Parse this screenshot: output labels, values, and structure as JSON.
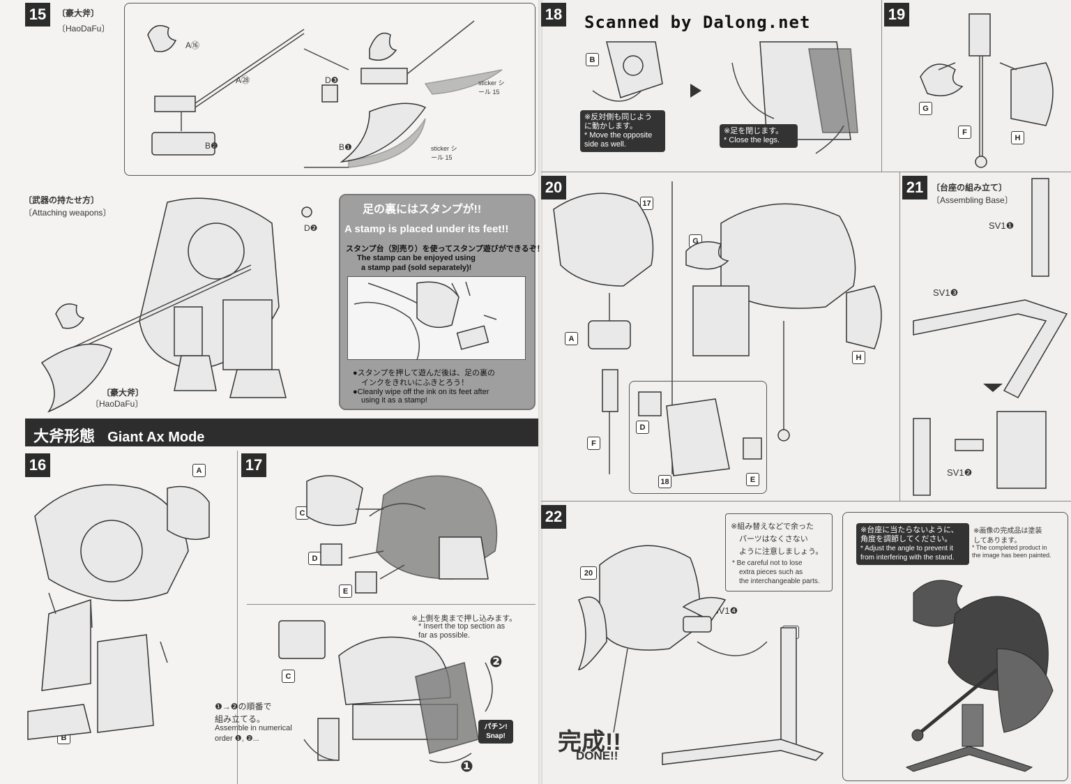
{
  "header": {
    "scan_credit": "Scanned by Dalong.net"
  },
  "steps": {
    "s15": {
      "number": "15",
      "title_jp": "〔豪大斧〕",
      "title_en": "〔HaoDaFu〕",
      "parts": [
        "A⑯",
        "A㉘",
        "B❷",
        "D❸",
        "B❶"
      ],
      "sticker1": "sticker シール 15",
      "sticker2": "sticker シール 15"
    },
    "attach": {
      "title_jp": "〔武器の持たせ方〕",
      "title_en": "〔Attaching weapons〕",
      "part": "D❷",
      "weapon_jp": "〔豪大斧〕",
      "weapon_en": "〔HaoDaFu〕"
    },
    "stamp": {
      "title_jp": "足の裏にはスタンプが!!",
      "title_en": "A stamp is placed under its feet!!",
      "line_jp": "スタンプ台（別売り）を使ってスタンプ遊びができるぞ！",
      "line_en1": "The stamp can be enjoyed using",
      "line_en2": "a stamp pad (sold separately)!",
      "note_jp1": "●スタンプを押して遊んだ後は、足の裏の",
      "note_jp2": "インクをきれいにふきとろう！",
      "note_en1": "●Cleanly wipe off the ink on its feet after",
      "note_en2": "using it as a stamp!"
    },
    "mode": {
      "title_jp": "大斧形態",
      "title_en": "Giant Ax Mode"
    },
    "s16": {
      "number": "16",
      "parts": [
        "A",
        "B"
      ]
    },
    "s17": {
      "number": "17",
      "parts": [
        "C",
        "D",
        "E",
        "C"
      ],
      "note_jp": "※上側を奥まで押し込みます。",
      "note_en1": "* Insert the top section as",
      "note_en2": "far as possible.",
      "order_jp1": "❶→❷の順番で",
      "order_jp2": "組み立てる。",
      "order_en1": "Assemble in numerical",
      "order_en2": "order ❶, ❷...",
      "snap": "パチン! Snap!",
      "n1": "❶",
      "n2": "❷"
    },
    "s18": {
      "number": "18",
      "part": "B",
      "note1_jp1": "※反対側も同じよう",
      "note1_jp2": "に動かします。",
      "note1_en1": "* Move the opposite",
      "note1_en2": "side as well.",
      "note2_jp": "※足を閉じます。",
      "note2_en": "* Close the legs."
    },
    "s19": {
      "number": "19",
      "parts": [
        "G",
        "F",
        "H"
      ]
    },
    "s20": {
      "number": "20",
      "parts": [
        "17",
        "A",
        "F",
        "G",
        "H",
        "D",
        "E",
        "18"
      ]
    },
    "s21": {
      "number": "21",
      "title_jp": "〔台座の組み立て〕",
      "title_en": "〔Assembling Base〕",
      "parts": [
        "SV1❶",
        "SV1❸",
        "SV1❷"
      ]
    },
    "s22": {
      "number": "22",
      "parts": [
        "20",
        "SV1❹",
        "21"
      ],
      "note_jp1": "※組み替えなどで余った",
      "note_jp2": "パーツはなくさない",
      "note_jp3": "ように注意しましょう。",
      "note_en1": "* Be careful not to lose",
      "note_en2": "extra pieces such as",
      "note_en3": "the interchangeable parts.",
      "done_jp": "完成!!",
      "done_en": "DONE!!"
    },
    "final": {
      "note1_jp1": "※台座に当たらないように、",
      "note1_jp2": "角度を調節してください。",
      "note1_en1": "* Adjust the angle to prevent it",
      "note1_en2": "from interfering with the stand.",
      "note2_jp1": "※画像の完成品は塗装",
      "note2_jp2": "してあります。",
      "note2_en1": "* The completed product in",
      "note2_en2": "the image has been painted."
    }
  }
}
